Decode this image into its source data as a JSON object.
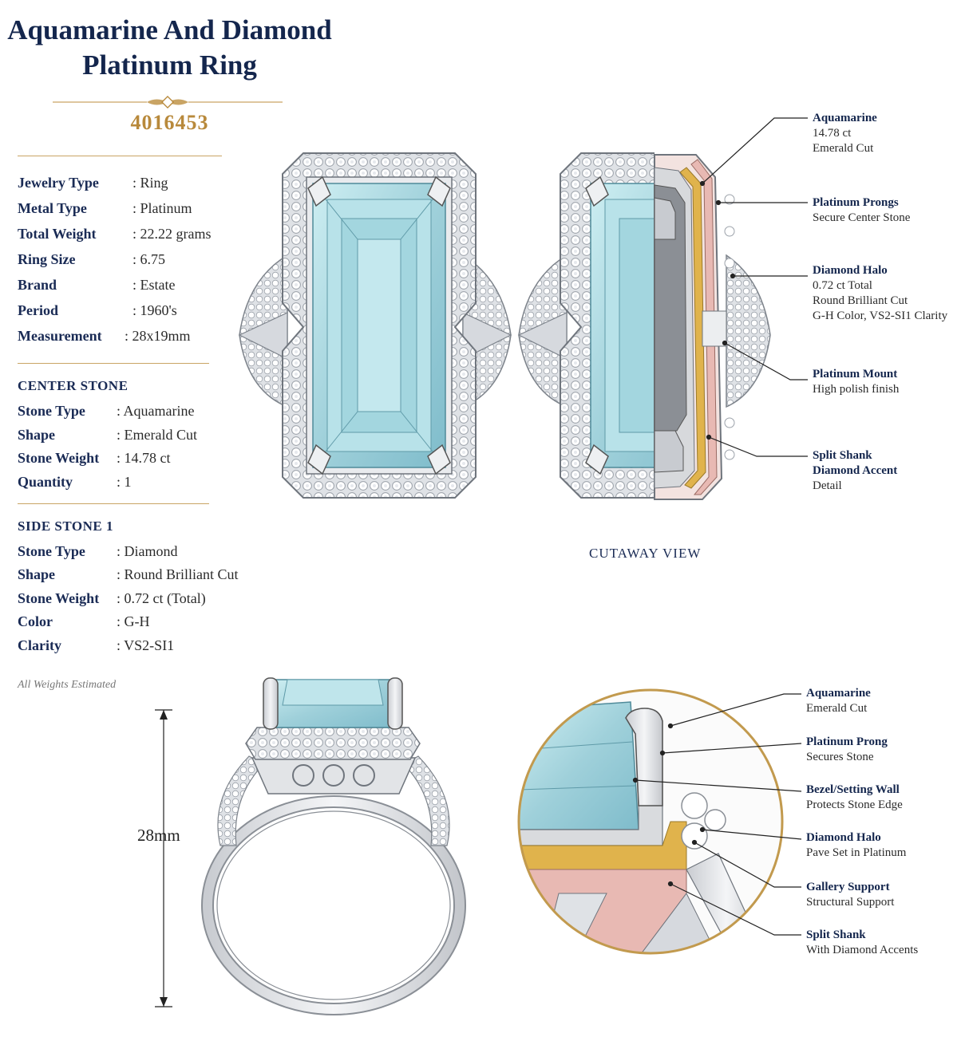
{
  "title_line1": "Aquamarine And Diamond",
  "title_line2": "Platinum Ring",
  "sku": "4016453",
  "specs": [
    {
      "label": "Jewelry Type",
      "value": ": Ring"
    },
    {
      "label": "Metal Type",
      "value": ": Platinum"
    },
    {
      "label": "Total Weight",
      "value": ": 22.22 grams"
    },
    {
      "label": "Ring Size",
      "value": ": 6.75"
    },
    {
      "label": "Brand",
      "value": ": Estate"
    },
    {
      "label": "Period",
      "value": ": 1960's"
    },
    {
      "label": "Measurement",
      "value": ": 28x19mm"
    }
  ],
  "center_stone": {
    "heading": "CENTER STONE",
    "rows": [
      {
        "label": "Stone Type",
        "value": ": Aquamarine"
      },
      {
        "label": "Shape",
        "value": ": Emerald Cut"
      },
      {
        "label": "Stone Weight",
        "value": ": 14.78 ct"
      },
      {
        "label": "Quantity",
        "value": ": 1"
      }
    ]
  },
  "side_stone": {
    "heading": "SIDE STONE 1",
    "rows": [
      {
        "label": "Stone Type",
        "value": ": Diamond"
      },
      {
        "label": "Shape",
        "value": ": Round Brilliant Cut"
      },
      {
        "label": "Stone Weight",
        "value": ": 0.72 ct (Total)"
      },
      {
        "label": "Color",
        "value": ": G-H"
      },
      {
        "label": "Clarity",
        "value": ": VS2-SI1"
      }
    ]
  },
  "note": "All Weights Estimated",
  "cutaway_label": "CUTAWAY VIEW",
  "dimension_label": "28mm",
  "top_callouts": [
    {
      "title": "Aquamarine",
      "lines": [
        "14.78 ct",
        "Emerald Cut"
      ]
    },
    {
      "title": "Platinum Prongs",
      "lines": [
        "Secure Center Stone"
      ]
    },
    {
      "title": "Diamond Halo",
      "lines": [
        "0.72 ct Total",
        "Round Brilliant Cut",
        "G-H Color, VS2-SI1 Clarity"
      ]
    },
    {
      "title": "Platinum Mount",
      "lines": [
        "High polish finish"
      ]
    },
    {
      "title": "Split Shank",
      "title2": "Diamond Accent",
      "lines": [
        "Detail"
      ]
    }
  ],
  "bottom_callouts": [
    {
      "title": "Aquamarine",
      "lines": [
        "Emerald Cut"
      ]
    },
    {
      "title": "Platinum Prong",
      "lines": [
        "Secures Stone"
      ]
    },
    {
      "title": "Bezel/Setting Wall",
      "lines": [
        "Protects Stone Edge"
      ]
    },
    {
      "title": "Diamond Halo",
      "lines": [
        "Pave Set in Platinum"
      ]
    },
    {
      "title": "Gallery Support",
      "lines": [
        "Structural Support"
      ]
    },
    {
      "title": "Split Shank",
      "lines": [
        "With Diamond Accents"
      ]
    }
  ],
  "colors": {
    "navy": "#14264d",
    "gold": "#b8893b",
    "aquamarine": "#a9d8e0",
    "platinum": "#e7e9ec",
    "rose_metal": "#e8b9b3",
    "yellow_metal": "#e0b34c"
  }
}
